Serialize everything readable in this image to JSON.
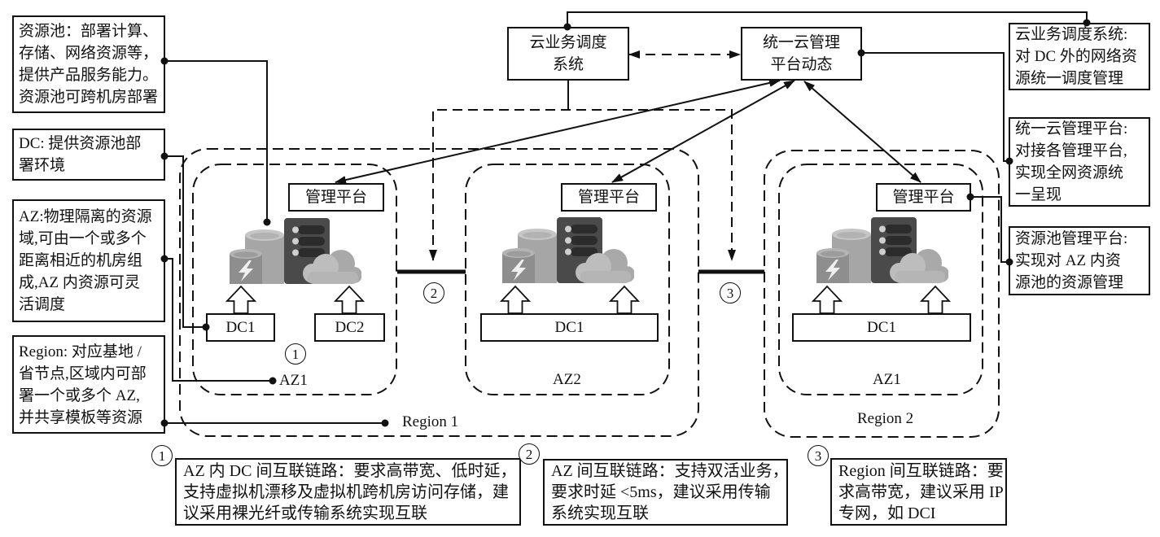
{
  "top_boxes": {
    "cloud_scheduler": [
      "云业务调度",
      "系统"
    ],
    "unified_mgmt": [
      "统一云管理",
      "平台动态"
    ]
  },
  "left_notes": {
    "resource_pool": [
      "资源池：部署计算、",
      "存储、网络资源等，",
      "提供产品服务能力。",
      "资源池可跨机房部署"
    ],
    "dc": [
      "DC: 提供资源池部",
      "署环境"
    ],
    "az": [
      "AZ:物理隔离的资源",
      "域,可由一个或多个",
      "距离相近的机房组",
      "成,AZ 内资源可灵",
      "活调度"
    ],
    "region": [
      "Region: 对应基地 /",
      "省节点,区域内可部",
      "署一个或多个 AZ,",
      "并共享模板等资源"
    ]
  },
  "right_notes": {
    "cloud_scheduler": [
      "云业务调度系统:",
      "对 DC 外的网络资",
      "源统一调度管理"
    ],
    "unified_mgmt": [
      "统一云管理平台:",
      "对接各管理平台,",
      "实现全网资源统",
      "一呈现"
    ],
    "pool_mgmt": [
      "资源池管理平台:",
      "实现对 AZ 内资",
      "源池的资源管理"
    ]
  },
  "regions": [
    {
      "label": "Region 1",
      "azs": [
        {
          "label": "AZ1",
          "mgmt": "管理平台",
          "dcs": [
            "DC1",
            "DC2"
          ],
          "icon": "resource-pool-icon"
        },
        {
          "label": "AZ2",
          "mgmt": "管理平台",
          "dcs": [
            "DC1"
          ],
          "icon": "resource-pool-icon"
        }
      ]
    },
    {
      "label": "Region 2",
      "azs": [
        {
          "label": "AZ1",
          "mgmt": "管理平台",
          "dcs": [
            "DC1"
          ],
          "icon": "resource-pool-icon"
        }
      ]
    }
  ],
  "link_markers": [
    "1",
    "2",
    "3"
  ],
  "bottom_notes": [
    {
      "marker": "1",
      "lines": [
        "AZ 内 DC 间互联链路：要求高带宽、低时延，",
        "支持虚拟机漂移及虚拟机跨机房访问存储，建",
        "议采用裸光纤或传输系统实现互联"
      ]
    },
    {
      "marker": "2",
      "lines": [
        "AZ 间互联链路：支持双活业务，",
        "要求时延 <5ms，建议采用传输",
        "系统实现互联"
      ]
    },
    {
      "marker": "3",
      "lines": [
        "Region 间互联链路：要",
        "求高带宽，建议采用 IP",
        "专网，如 DCI"
      ]
    }
  ],
  "colors": {
    "line": "#111111",
    "background": "#ffffff",
    "icon_server": "#4a4a4a",
    "icon_storage": "#a6a6a6",
    "icon_cloud": "#b5b5b5"
  }
}
